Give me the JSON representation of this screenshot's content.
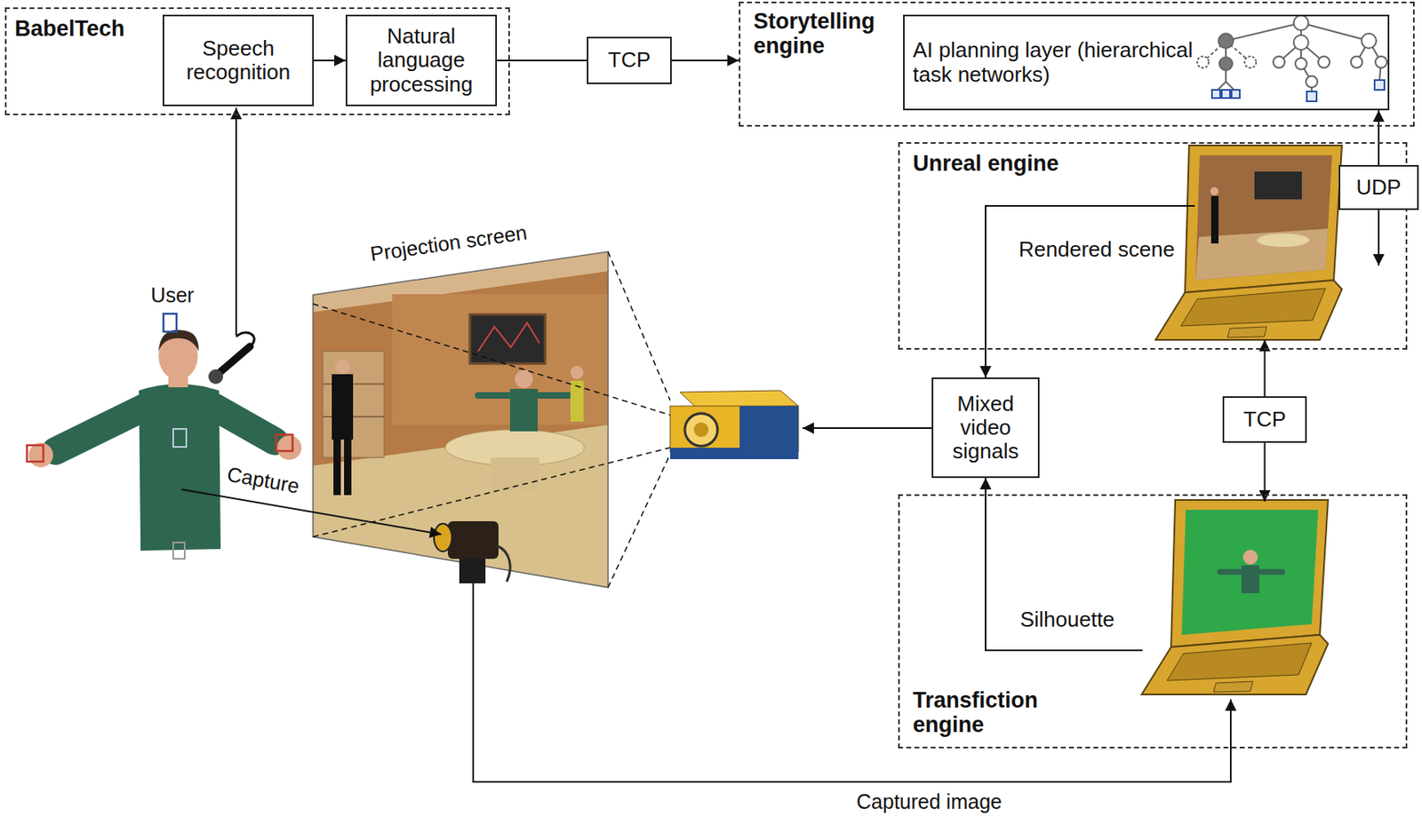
{
  "diagram": {
    "nodes": [
      {
        "text": [
          "BabelTech"
        ]
      },
      {
        "text": [
          "Speech recognition"
        ],
        "in": 0
      },
      {
        "text": [
          "Natural language processing"
        ],
        "in": 0
      },
      {
        "text": [
          "TCP"
        ]
      },
      {
        "text": [
          "Storytelling engine"
        ]
      },
      {
        "text": [
          "AI planning layer (hierarchical task networks)"
        ],
        "in": 4
      },
      {
        "text": [
          "Unreal engine"
        ]
      },
      {
        "text": [
          "UDP"
        ]
      },
      {
        "text": [
          "Mixed video signals"
        ]
      },
      {
        "text": [
          "TCP"
        ]
      },
      {
        "text": [
          "Transfiction engine"
        ]
      }
    ],
    "edges": [
      {
        "from": 1,
        "to": 2,
        "arrow": "to"
      },
      {
        "from": 2,
        "to": 3,
        "arrow": "none"
      },
      {
        "from": 3,
        "to": 4,
        "arrow": "to"
      },
      {
        "from": 7,
        "to": 5,
        "arrow": "to"
      },
      {
        "from": 6,
        "to": 8,
        "arrow": "to"
      },
      {
        "from": 10,
        "to": 8,
        "arrow": "to"
      },
      {
        "from": 9,
        "to": 6,
        "arrow": "to"
      },
      {
        "from": 9,
        "to": 10,
        "arrow": "to"
      }
    ],
    "labels": [
      "User",
      "Projection screen",
      "Capture",
      "Rendered scene",
      "Silhouette",
      "Captured image"
    ]
  }
}
